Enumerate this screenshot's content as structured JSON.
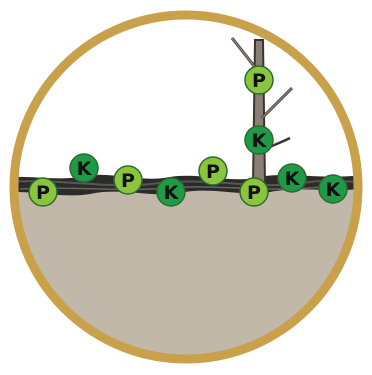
{
  "colors": {
    "frame": "#c9a14a",
    "sky": "#ffffff",
    "soil": "#c2b8aa",
    "surface": "#2b2b2b",
    "stem": "#8a7f75",
    "stem_outline": "#3a3530",
    "phosphorus_fill": "#8bc53f",
    "potassium_fill": "#1f9a48",
    "nutrient_outline": "#2d6b2a"
  },
  "nutrients": [
    {
      "id": "p-soil-1",
      "label": "P",
      "kind": "phosphorus"
    },
    {
      "id": "k-soil-1",
      "label": "K",
      "kind": "potassium"
    },
    {
      "id": "p-soil-2",
      "label": "P",
      "kind": "phosphorus"
    },
    {
      "id": "k-soil-2",
      "label": "K",
      "kind": "potassium"
    },
    {
      "id": "p-soil-3",
      "label": "P",
      "kind": "phosphorus"
    },
    {
      "id": "p-soil-4",
      "label": "P",
      "kind": "phosphorus"
    },
    {
      "id": "k-soil-3",
      "label": "K",
      "kind": "potassium"
    },
    {
      "id": "k-soil-4",
      "label": "K",
      "kind": "potassium"
    },
    {
      "id": "p-stem",
      "label": "P",
      "kind": "phosphorus"
    },
    {
      "id": "k-stem",
      "label": "K",
      "kind": "potassium"
    }
  ]
}
